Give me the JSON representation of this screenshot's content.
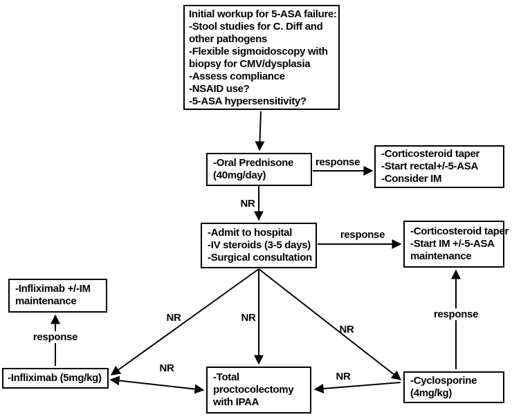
{
  "page": {
    "background": "#ffffff",
    "line_color": "#000000",
    "text_color": "#000000"
  },
  "boxes": [
    {
      "name": "initial-workup",
      "lines": [
        "Initial workup for 5-ASA failure:",
        "-Stool studies for C. Diff and",
        "other pathogens",
        "-Flexible sigmoidoscopy with",
        "biopsy for CMV/dysplasia",
        "-Assess compliance",
        "-NSAID use?",
        "-5-ASA hypersensitivity?"
      ]
    },
    {
      "name": "oral-prednisone",
      "lines": [
        "-Oral Prednisone",
        "(40mg/day)"
      ]
    },
    {
      "name": "corticosteroid-taper-rectal",
      "lines": [
        "-Corticosteroid taper",
        "-Start rectal+/-5-ASA",
        "-Consider IM"
      ]
    },
    {
      "name": "admit-hospital",
      "lines": [
        "-Admit to hospital",
        "-IV steroids (3-5 days)",
        "-Surgical consultation"
      ]
    },
    {
      "name": "corticosteroid-taper-im",
      "lines": [
        "-Corticosteroid taper",
        "-Start IM +/-5-ASA",
        "maintenance"
      ]
    },
    {
      "name": "infliximab-maintenance",
      "lines": [
        "-Infliximab +/-IM",
        "maintenance"
      ]
    },
    {
      "name": "infliximab",
      "lines": [
        "-Infliximab (5mg/kg)"
      ]
    },
    {
      "name": "total-proctocolectomy",
      "lines": [
        "-Total",
        "proctocolectomy",
        "with IPAA"
      ]
    },
    {
      "name": "cyclosporine",
      "lines": [
        "-Cyclosporine",
        "(4mg/kg)"
      ]
    }
  ],
  "edge_labels": {
    "response_prednisone": "response",
    "nr_prednisone": "NR",
    "response_admit": "response",
    "nr_to_infliximab": "NR",
    "nr_to_surgery": "NR",
    "nr_to_cyclosporine": "NR",
    "nr_infliximab_surgery": "NR",
    "nr_cyclosporine_surgery": "NR",
    "response_infliximab": "response",
    "response_cyclosporine": "response"
  }
}
